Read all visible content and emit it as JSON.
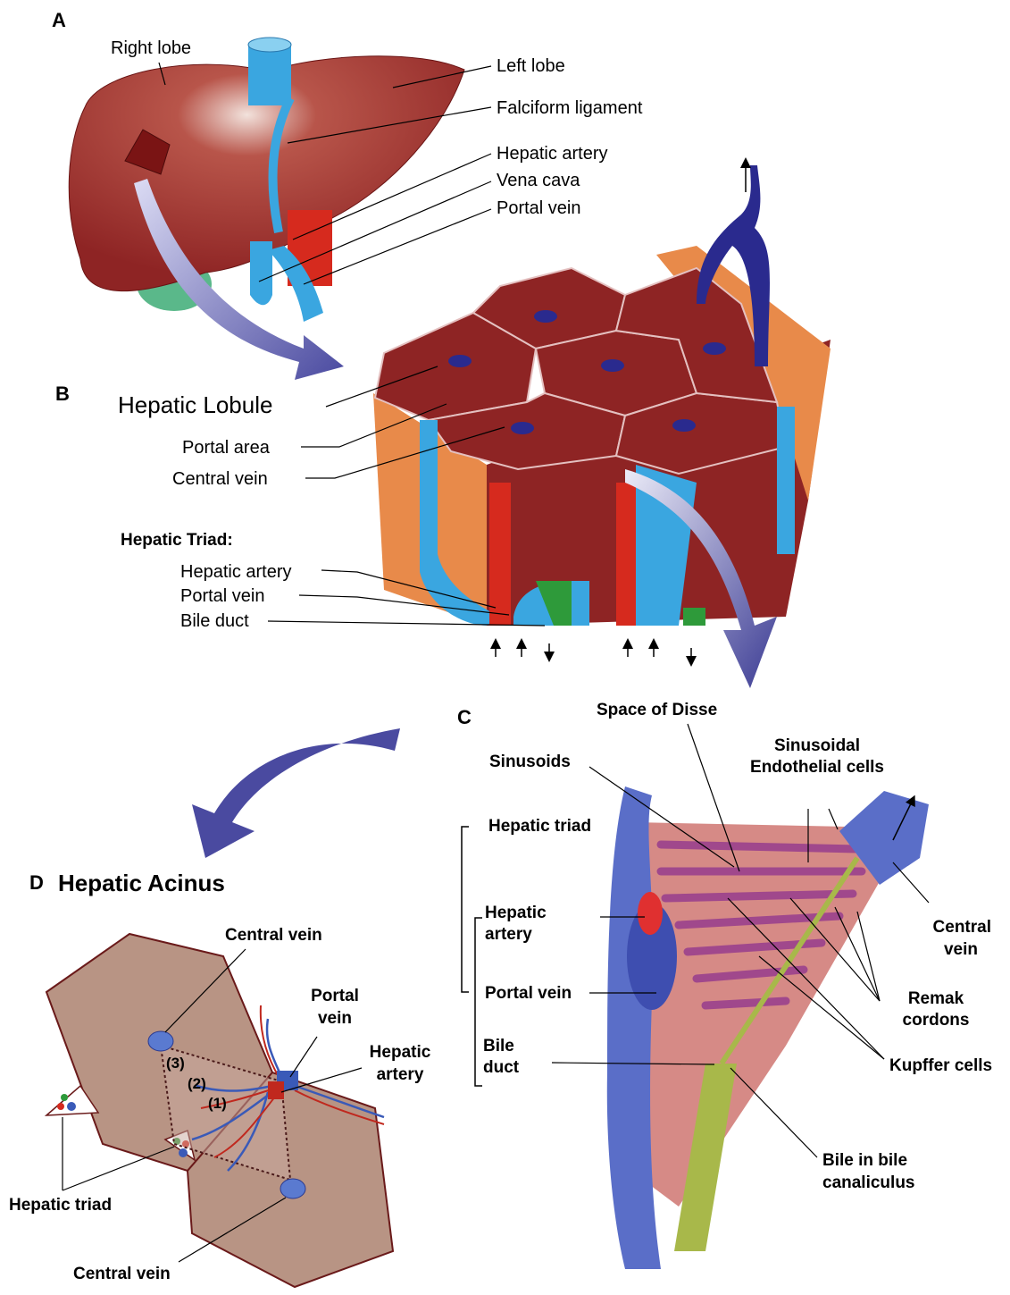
{
  "panels": {
    "A": {
      "letter": "A",
      "labels": {
        "right_lobe": "Right lobe",
        "left_lobe": "Left lobe",
        "falciform": "Falciform ligament",
        "hepatic_artery": "Hepatic artery",
        "vena_cava": "Vena cava",
        "portal_vein": "Portal vein"
      }
    },
    "B": {
      "letter": "B",
      "labels": {
        "hepatic_lobule": "Hepatic Lobule",
        "portal_area": "Portal area",
        "central_vein": "Central vein",
        "hepatic_triad": "Hepatic Triad:",
        "hepatic_artery": "Hepatic artery",
        "portal_vein": "Portal vein",
        "bile_duct": "Bile duct"
      }
    },
    "C": {
      "letter": "C",
      "labels": {
        "space_of_disse": "Space of Disse",
        "sinusoids": "Sinusoids",
        "sinusoidal_endothelial_line1": "Sinusoidal",
        "sinusoidal_endothelial_line2": "Endothelial cells",
        "hepatic_triad": "Hepatic triad",
        "hepatic_artery_line1": "Hepatic",
        "hepatic_artery_line2": "artery",
        "portal_vein": "Portal vein",
        "bile_duct_line1": "Bile",
        "bile_duct_line2": "duct",
        "central_vein_line1": "Central",
        "central_vein_line2": "vein",
        "remak_line1": "Remak",
        "remak_line2": "cordons",
        "kupffer": "Kupffer cells",
        "bile_canaliculus_line1": "Bile in bile",
        "bile_canaliculus_line2": "canaliculus"
      }
    },
    "D": {
      "letter": "D",
      "title": "Hepatic Acinus",
      "labels": {
        "central_vein_top": "Central vein",
        "portal_vein_line1": "Portal",
        "portal_vein_line2": "vein",
        "hepatic_artery_line1": "Hepatic",
        "hepatic_artery_line2": "artery",
        "zone3": "(3)",
        "zone2": "(2)",
        "zone1": "(1)",
        "hepatic_triad": "Hepatic triad",
        "central_vein_bottom": "Central vein"
      }
    }
  },
  "colors": {
    "liver": "#8e2424",
    "liver_light": "#b24a3a",
    "vein_blue": "#3aa6e0",
    "central_blue": "#2a2a8e",
    "artery_red": "#d62a1e",
    "bile_green": "#2e9a3a",
    "orange_tissue": "#e88a4a",
    "arrow_purple": "#4a4aa0",
    "acinus_fill": "#b89484",
    "acinus_edge": "#6a1a1a",
    "cell_pink": "#d68a86",
    "sinusoid_purple": "#a0488c",
    "bile_canaliculus": "#a8b84a",
    "vessel_blue_c": "#5a6ec8"
  }
}
